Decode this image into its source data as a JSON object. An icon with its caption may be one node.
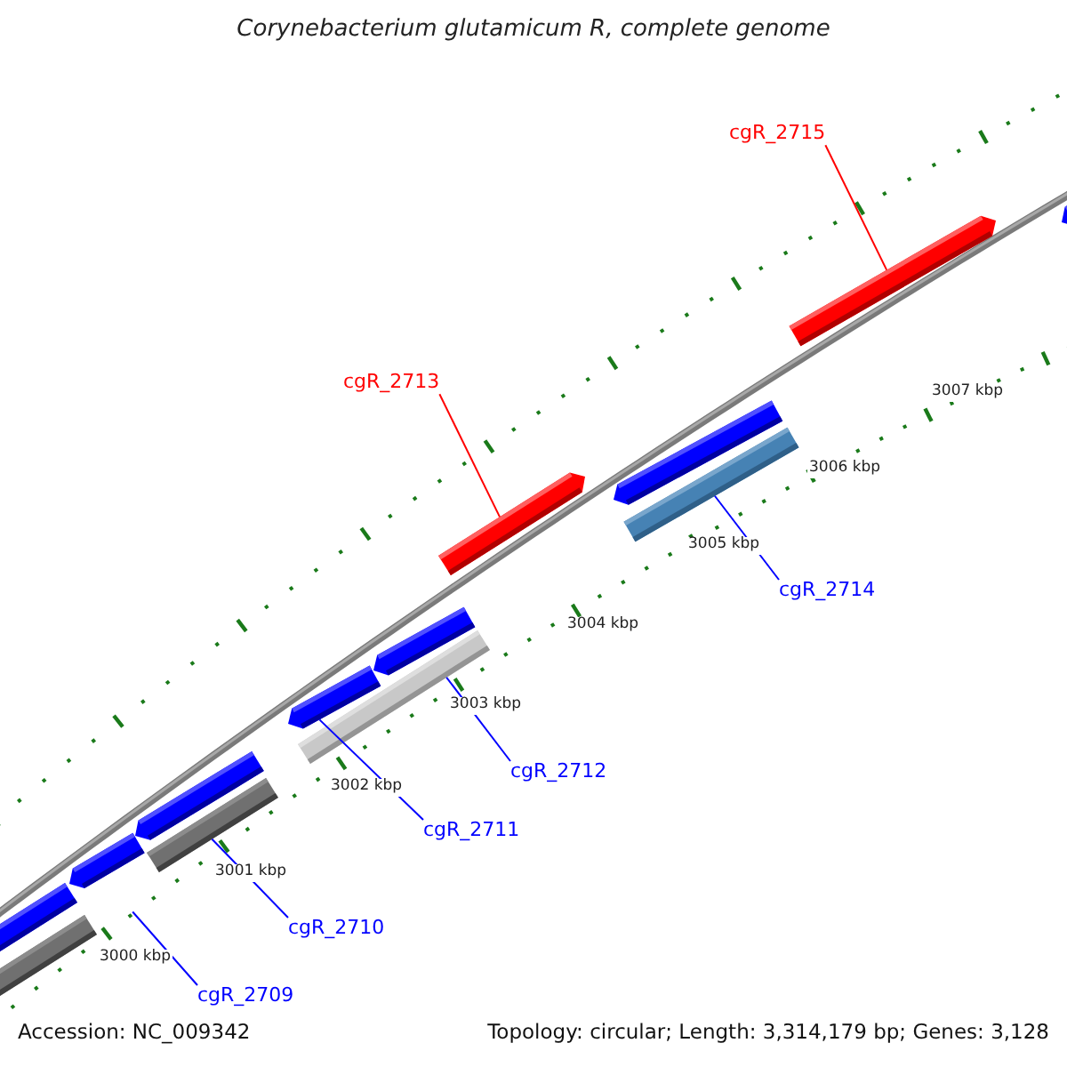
{
  "diagram": {
    "title": "Corynebacterium glutamicum R, complete genome",
    "nodes": [
      {
        "text": [
          "cgR_2715"
        ]
      },
      {
        "text": [
          "cgR_2713"
        ]
      },
      {
        "text": [
          "cgR_2714"
        ]
      },
      {
        "text": [
          "cgR_2712"
        ]
      },
      {
        "text": [
          "cgR_2711"
        ]
      },
      {
        "text": [
          "cgR_2710"
        ]
      },
      {
        "text": [
          "cgR_2709"
        ]
      },
      {
        "text": [],
        "shape": "bar"
      },
      {
        "text": [],
        "shape": "bar"
      },
      {
        "text": [],
        "shape": "bar"
      },
      {
        "text": [],
        "shape": "bar"
      },
      {
        "text": [],
        "shape": "bar"
      },
      {
        "text": [],
        "shape": "bar"
      },
      {
        "text": [],
        "shape": "bar"
      },
      {
        "text": [],
        "shape": "bar"
      },
      {
        "text": [],
        "shape": "bar"
      },
      {
        "text": [],
        "shape": "bar"
      },
      {
        "text": [],
        "shape": "bar"
      },
      {
        "text": [],
        "shape": "bar"
      },
      {
        "text": [],
        "shape": "bar"
      }
    ],
    "edges": [
      {
        "from": 0,
        "to": 18,
        "arrow": "none",
        "color": "#ff0000"
      },
      {
        "from": 1,
        "to": 15,
        "arrow": "none",
        "color": "#ff0000"
      },
      {
        "from": 2,
        "to": 17,
        "arrow": "none"
      },
      {
        "from": 3,
        "to": 13,
        "arrow": "none"
      },
      {
        "from": 4,
        "to": 12,
        "arrow": "none"
      },
      {
        "from": 5,
        "to": 11,
        "arrow": "none"
      },
      {
        "from": 6,
        "to": 7,
        "arrow": "none"
      }
    ],
    "labels": [
      "3007 kbp",
      "3006 kbp",
      "3005 kbp",
      "3004 kbp",
      "3003 kbp",
      "3002 kbp",
      "3001 kbp",
      "3000 kbp",
      "Accession: NC_009342",
      "Topology: circular; Length: 3,314,179 bp; Genes: 3,128"
    ]
  }
}
